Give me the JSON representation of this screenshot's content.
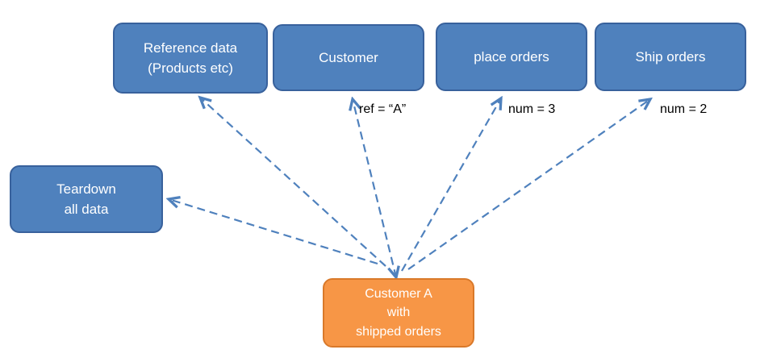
{
  "diagram": {
    "boxes": {
      "reference_data": {
        "line1": "Reference data",
        "line2": "(Products etc)"
      },
      "customer": {
        "label": "Customer"
      },
      "place_orders": {
        "label": "place orders"
      },
      "ship_orders": {
        "label": "Ship orders"
      },
      "teardown": {
        "line1": "Teardown",
        "line2": "all data"
      },
      "customer_a": {
        "line1": "Customer A",
        "line2": "with",
        "line3": "shipped orders"
      }
    },
    "edge_labels": {
      "customer_ref": "ref = “A”",
      "place_orders_num": "num = 3",
      "ship_orders_num": "num = 2"
    },
    "colors": {
      "box_blue": "#4f81bd",
      "box_blue_border": "#38619c",
      "box_orange": "#f79646",
      "box_orange_border": "#d9792a",
      "box_text": "#ffffff",
      "arrow": "#4f81bd",
      "label_text": "#000000"
    }
  }
}
